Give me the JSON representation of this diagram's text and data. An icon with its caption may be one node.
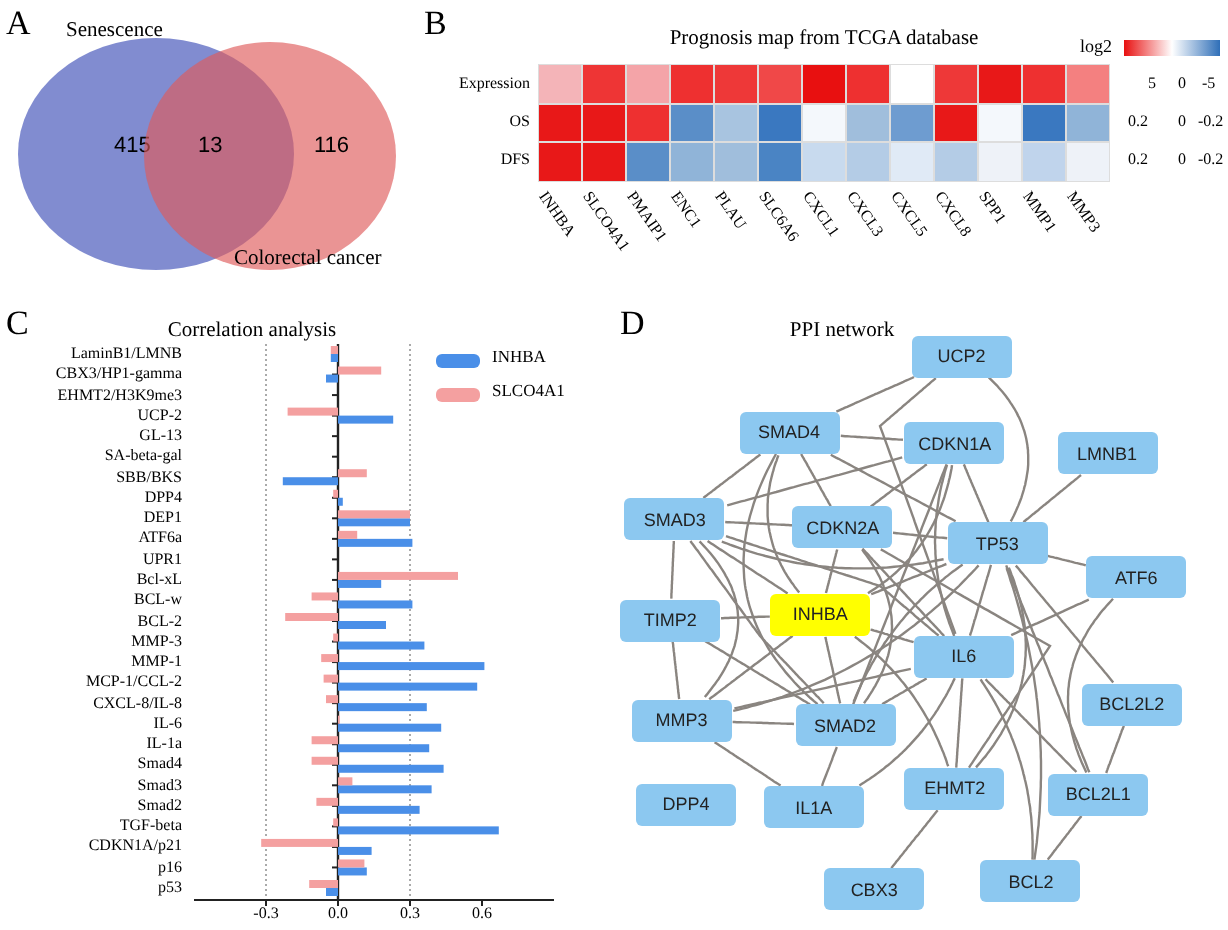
{
  "diagram": {
    "nodes": [
      {
        "text": [
          "Senescence",
          "415"
        ]
      },
      {
        "text": [
          "116",
          "Colorectal cancer"
        ]
      },
      {
        "text": [
          "UCP2"
        ]
      },
      {
        "text": [
          "SMAD4"
        ]
      },
      {
        "text": [
          "CDKN1A"
        ]
      },
      {
        "text": [
          "LMNB1"
        ]
      },
      {
        "text": [
          "SMAD3"
        ]
      },
      {
        "text": [
          "CDKN2A"
        ]
      },
      {
        "text": [
          "TP53"
        ]
      },
      {
        "text": [
          "ATF6"
        ]
      },
      {
        "text": [
          "TIMP2"
        ]
      },
      {
        "text": [
          "INHBA"
        ]
      },
      {
        "text": [
          "IL6"
        ]
      },
      {
        "text": [
          "MMP3"
        ]
      },
      {
        "text": [
          "SMAD2"
        ]
      },
      {
        "text": [
          "BCL2L2"
        ]
      },
      {
        "text": [
          "DPP4"
        ]
      },
      {
        "text": [
          "IL1A"
        ]
      },
      {
        "text": [
          "EHMT2"
        ]
      },
      {
        "text": [
          "BCL2L1"
        ]
      },
      {
        "text": [
          "CBX3"
        ]
      },
      {
        "text": [
          "BCL2"
        ]
      }
    ],
    "edges": [
      {
        "from": 2,
        "to": 3,
        "arrow": "none"
      },
      {
        "from": 2,
        "to": 8,
        "arrow": "none"
      },
      {
        "from": 2,
        "to": 12,
        "arrow": "none"
      },
      {
        "from": 3,
        "to": 4,
        "arrow": "none"
      },
      {
        "from": 3,
        "to": 6,
        "arrow": "none"
      },
      {
        "from": 3,
        "to": 7,
        "arrow": "none"
      },
      {
        "from": 3,
        "to": 8,
        "arrow": "none"
      },
      {
        "from": 3,
        "to": 11,
        "arrow": "none"
      },
      {
        "from": 3,
        "to": 14,
        "arrow": "none"
      },
      {
        "from": 4,
        "to": 6,
        "arrow": "none"
      },
      {
        "from": 4,
        "to": 7,
        "arrow": "none"
      },
      {
        "from": 4,
        "to": 8,
        "arrow": "none"
      },
      {
        "from": 4,
        "to": 11,
        "arrow": "none"
      },
      {
        "from": 4,
        "to": 12,
        "arrow": "none"
      },
      {
        "from": 4,
        "to": 14,
        "arrow": "none"
      },
      {
        "from": 5,
        "to": 8,
        "arrow": "none"
      },
      {
        "from": 6,
        "to": 7,
        "arrow": "none"
      },
      {
        "from": 6,
        "to": 10,
        "arrow": "none"
      },
      {
        "from": 6,
        "to": 11,
        "arrow": "none"
      },
      {
        "from": 6,
        "to": 13,
        "arrow": "none"
      },
      {
        "from": 6,
        "to": 14,
        "arrow": "none"
      },
      {
        "from": 6,
        "to": 12,
        "arrow": "none"
      },
      {
        "from": 6,
        "to": 8,
        "arrow": "none"
      },
      {
        "from": 7,
        "to": 8,
        "arrow": "none"
      },
      {
        "from": 7,
        "to": 11,
        "arrow": "none"
      },
      {
        "from": 7,
        "to": 12,
        "arrow": "none"
      },
      {
        "from": 7,
        "to": 14,
        "arrow": "none"
      },
      {
        "from": 7,
        "to": 18,
        "arrow": "none"
      },
      {
        "from": 8,
        "to": 9,
        "arrow": "none"
      },
      {
        "from": 8,
        "to": 11,
        "arrow": "none"
      },
      {
        "from": 8,
        "to": 12,
        "arrow": "none"
      },
      {
        "from": 8,
        "to": 14,
        "arrow": "none"
      },
      {
        "from": 8,
        "to": 15,
        "arrow": "none"
      },
      {
        "from": 8,
        "to": 19,
        "arrow": "none"
      },
      {
        "from": 8,
        "to": 21,
        "arrow": "none"
      },
      {
        "from": 8,
        "to": 18,
        "arrow": "none"
      },
      {
        "from": 8,
        "to": 13,
        "arrow": "none"
      },
      {
        "from": 9,
        "to": 19,
        "arrow": "none"
      },
      {
        "from": 9,
        "to": 12,
        "arrow": "none"
      },
      {
        "from": 10,
        "to": 11,
        "arrow": "none"
      },
      {
        "from": 10,
        "to": 13,
        "arrow": "none"
      },
      {
        "from": 10,
        "to": 14,
        "arrow": "none"
      },
      {
        "from": 11,
        "to": 12,
        "arrow": "none"
      },
      {
        "from": 11,
        "to": 14,
        "arrow": "none"
      },
      {
        "from": 11,
        "to": 13,
        "arrow": "none"
      },
      {
        "from": 11,
        "to": 18,
        "arrow": "none"
      },
      {
        "from": 12,
        "to": 14,
        "arrow": "none"
      },
      {
        "from": 12,
        "to": 13,
        "arrow": "none"
      },
      {
        "from": 12,
        "to": 19,
        "arrow": "none"
      },
      {
        "from": 12,
        "to": 18,
        "arrow": "none"
      },
      {
        "from": 12,
        "to": 17,
        "arrow": "none"
      },
      {
        "from": 12,
        "to": 21,
        "arrow": "none"
      },
      {
        "from": 13,
        "to": 14,
        "arrow": "none"
      },
      {
        "from": 13,
        "to": 17,
        "arrow": "none"
      },
      {
        "from": 14,
        "to": 17,
        "arrow": "none"
      },
      {
        "from": 15,
        "to": 19,
        "arrow": "none"
      },
      {
        "from": 19,
        "to": 21,
        "arrow": "none"
      },
      {
        "from": 18,
        "to": 20,
        "arrow": "none"
      }
    ],
    "labels": [
      "A",
      "13",
      "B",
      "Prognosis map from TCGA database",
      "log2",
      "Expression",
      "5",
      "0",
      "-5",
      "OS",
      "0.2",
      "0",
      "-0.2",
      "DFS",
      "0.2",
      "0",
      "-0.2",
      "INHBA",
      "SLCO4A1",
      "PMAIP1",
      "ENC1",
      "PLAU",
      "SLC6A6",
      "CXCL1",
      "CXCL3",
      "CXCL5",
      "CXCL8",
      "SPP1",
      "MMP1",
      "MMP3",
      "C",
      "D",
      "PPI network"
    ],
    "chart_data": {
      "type": "bar",
      "orientation": "horizontal",
      "title": "Correlation analysis",
      "categories": [
        "LaminB1/LMNB",
        "CBX3/HP1-gamma",
        "EHMT2/H3K9me3",
        "UCP-2",
        "GL-13",
        "SA-beta-gal",
        "SBB/BKS",
        "DPP4",
        "DEP1",
        "ATF6a",
        "UPR1",
        "Bcl-xL",
        "BCL-w",
        "BCL-2",
        "MMP-3",
        "MMP-1",
        "MCP-1/CCL-2",
        "CXCL-8/IL-8",
        "IL-6",
        "IL-1a",
        "Smad4",
        "Smad3",
        "Smad2",
        "TGF-beta",
        "CDKN1A/p21",
        "p16",
        "p53"
      ],
      "series": [
        {
          "name": "INHBA",
          "color": "#4a8fe8",
          "values": [
            -0.03,
            -0.05,
            null,
            0.23,
            null,
            null,
            -0.23,
            0.02,
            0.3,
            0.31,
            null,
            0.18,
            0.31,
            0.2,
            0.36,
            0.61,
            0.58,
            0.37,
            0.43,
            0.38,
            0.44,
            0.39,
            0.34,
            0.67,
            0.14,
            0.12,
            -0.05
          ]
        },
        {
          "name": "SLCO4A1",
          "color": "#f4a0a0",
          "values": [
            -0.03,
            0.18,
            null,
            -0.21,
            null,
            null,
            0.12,
            -0.02,
            0.3,
            0.08,
            null,
            0.5,
            -0.11,
            -0.22,
            -0.02,
            -0.07,
            -0.06,
            -0.05,
            0.0,
            -0.11,
            -0.11,
            0.06,
            -0.09,
            -0.02,
            -0.32,
            0.11,
            -0.12
          ]
        }
      ],
      "xlim": [
        -0.6,
        0.9
      ],
      "grid": true,
      "legend": "upper right",
      "xticks": [
        {
          "value": -0.3,
          "label": "-0.3"
        },
        {
          "value": 0,
          "label": "0.0"
        },
        {
          "value": 0.3,
          "label": "0.3"
        },
        {
          "value": 0.6,
          "label": "0.6"
        }
      ]
    }
  }
}
